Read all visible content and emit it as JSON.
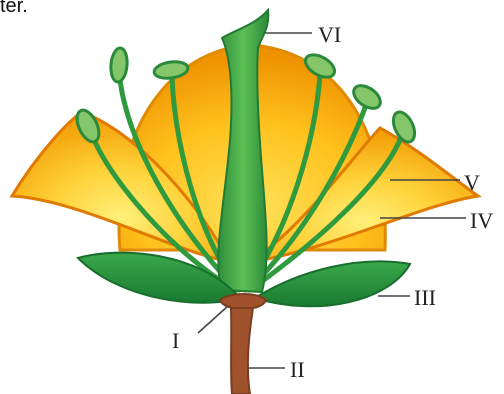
{
  "top_clip_text": "ter.",
  "labels": {
    "I": "I",
    "II": "II",
    "III": "III",
    "IV": "IV",
    "V": "V",
    "VI": "VI"
  },
  "colors": {
    "petal_outer": "#f5a300",
    "petal_inner": "#ffd23a",
    "petal_edge": "#e07a00",
    "sepal": "#1f8a3a",
    "sepal_light": "#3aa84a",
    "stamen": "#2f9a3e",
    "anther": "#7dc060",
    "pistil": "#2a9640",
    "stem": "#a0522d",
    "leader": "#444444"
  }
}
